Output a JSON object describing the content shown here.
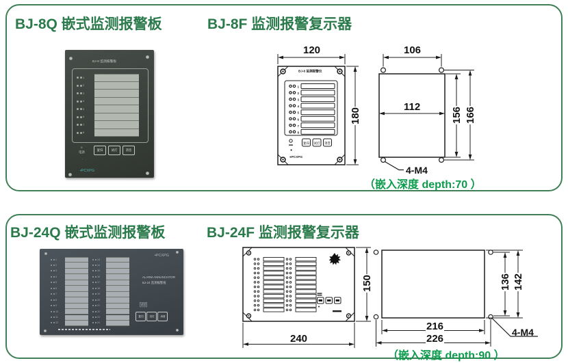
{
  "page": {
    "background": "#ffffff",
    "border_color": "#3f7f55",
    "heading_color": "#2b7a4b",
    "note_color": "#0b9b4c"
  },
  "section_top": {
    "heading_left": "BJ-8Q 嵌式监测报警板",
    "heading_right": "BJ-8F 监测报警复示器",
    "photo": {
      "title": "BJ-8 监测报警板",
      "channels": [
        "1",
        "2",
        "3",
        "4",
        "5",
        "6",
        "7",
        "8"
      ],
      "buttons": [
        "复归",
        "试灯",
        "消音"
      ],
      "power_label": "电源",
      "logo": "PCXPG"
    },
    "panel_drawing": {
      "title": "BJ-8 监测报警仪",
      "channels": [
        "1",
        "2",
        "3",
        "4",
        "5",
        "6",
        "7",
        "8"
      ],
      "buttons": [
        "复归",
        "试灯",
        "消音"
      ],
      "logo": "PCXPG",
      "dim_width": "120",
      "dim_height": "180"
    },
    "cutout_drawing": {
      "dim_hole_span_h": "106",
      "dim_cut_width": "112",
      "dim_cut_height": "156",
      "dim_hole_span_v": "166",
      "screw_label": "4-M4"
    },
    "depth_note": "（嵌入深度  depth:70  ）"
  },
  "section_bottom": {
    "heading_left": "BJ-24Q 嵌式监测报警板",
    "heading_right": "BJ-24F 监测报警复示器",
    "photo": {
      "logo": "PCXPG",
      "title_line1": "ALARM ANNUNCIATOR",
      "title_line2": "BJ-24 监测报警板",
      "buttons": [
        "复归",
        "试灯",
        "消音"
      ],
      "test_label": "试验",
      "rows_per_column": 12,
      "columns": 2
    },
    "panel_drawing": {
      "rows_per_column": 12,
      "columns": 2,
      "dim_width": "240",
      "dim_height": "150"
    },
    "cutout_drawing": {
      "dim_cut_width": "216",
      "dim_hole_span_h": "226",
      "dim_cut_height": "136",
      "dim_hole_span_v": "142",
      "screw_label": "4-M4"
    },
    "depth_note": "（嵌入深度  depth:90  ）"
  }
}
